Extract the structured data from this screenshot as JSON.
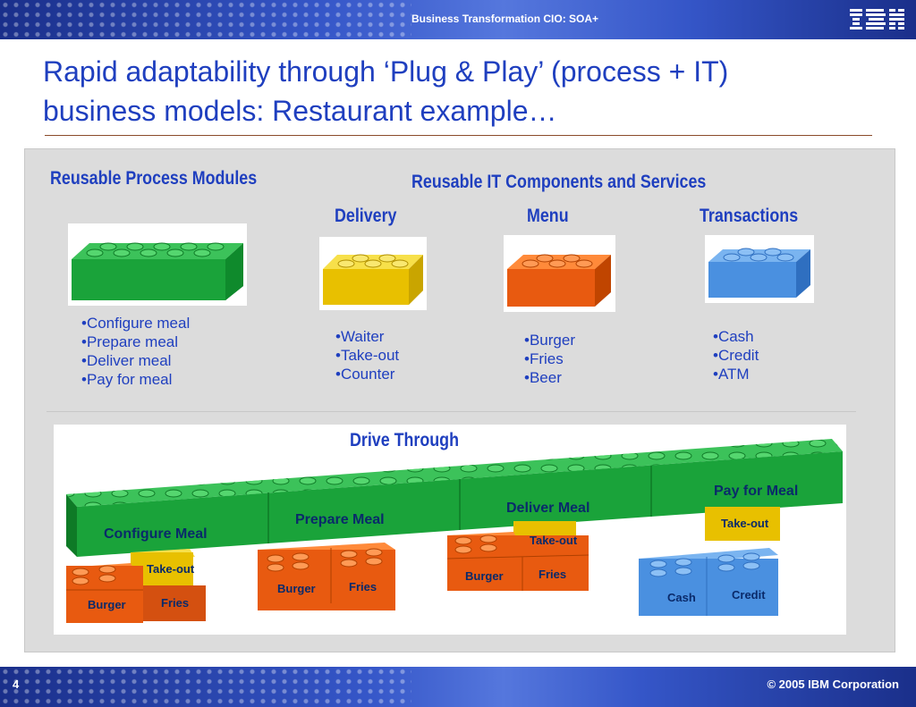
{
  "header": {
    "title": "Business Transformation CIO: SOA+",
    "logo": "IBM"
  },
  "slide": {
    "title_line1": "Rapid adaptability through ‘Plug & Play’ (process + IT)",
    "title_line2": "business models:  Restaurant example…"
  },
  "process": {
    "heading": "Reusable Process Modules",
    "items": [
      "•Configure meal",
      "•Prepare meal",
      "•Deliver meal",
      "•Pay for meal"
    ]
  },
  "it": {
    "heading": "Reusable IT Components and Services",
    "delivery": {
      "heading": "Delivery",
      "items": [
        "•Waiter",
        "•Take-out",
        "•Counter"
      ]
    },
    "menu": {
      "heading": "Menu",
      "items": [
        "•Burger",
        "•Fries",
        "•Beer"
      ]
    },
    "transactions": {
      "heading": "Transactions",
      "items": [
        "•Cash",
        "•Credit",
        "•ATM"
      ]
    }
  },
  "drive_through": {
    "heading": "Drive Through",
    "modules": [
      "Configure Meal",
      "Prepare Meal",
      "Deliver Meal",
      "Pay for Meal"
    ],
    "configure": [
      "Burger",
      "Fries",
      "Take-out"
    ],
    "prepare": [
      "Burger",
      "Fries"
    ],
    "deliver": [
      "Burger",
      "Fries",
      "Take-out"
    ],
    "pay": [
      "Cash",
      "Credit",
      "Take-out"
    ]
  },
  "colors": {
    "green": "#1aa33a",
    "yellow": "#e8c000",
    "orange": "#e85a10",
    "blue": "#4a90e0",
    "accent": "#1f3fbf"
  },
  "footer": {
    "page": "4",
    "copyright": "© 2005 IBM Corporation"
  }
}
